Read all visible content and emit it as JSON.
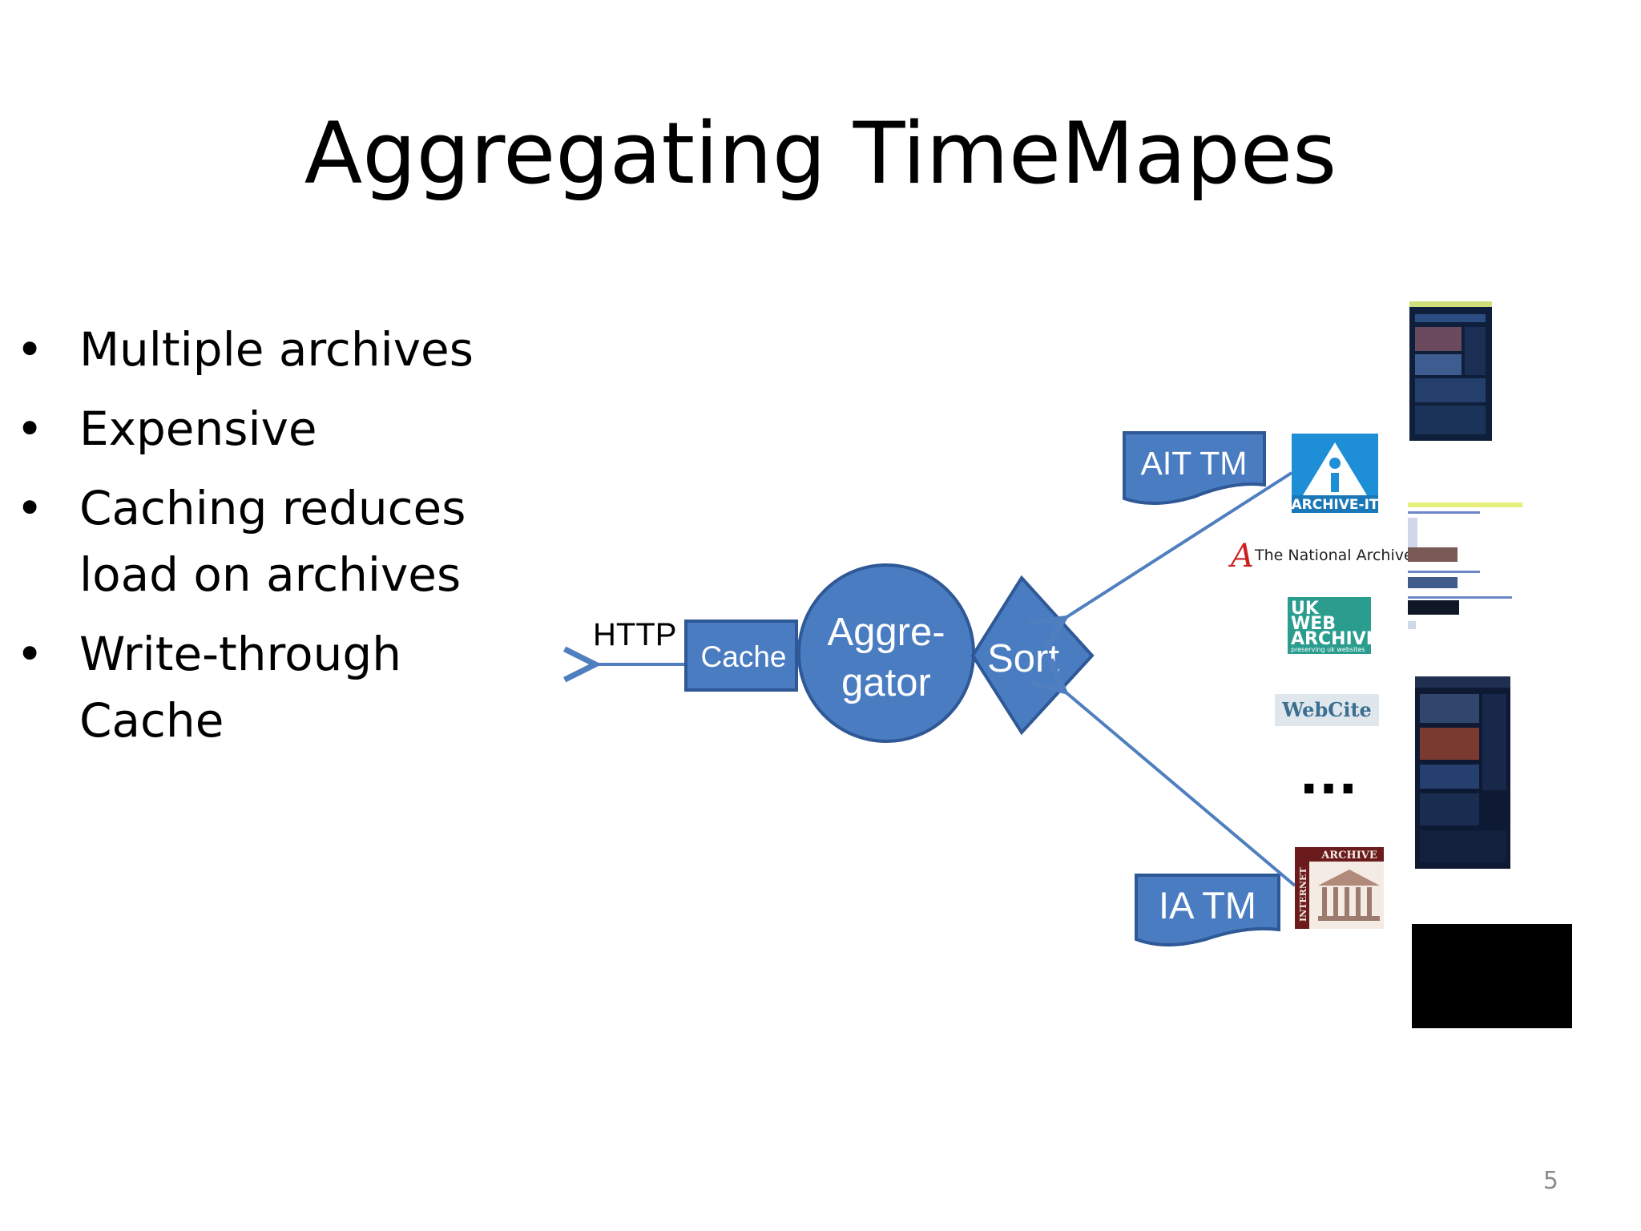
{
  "slide": {
    "title": "Aggregating TimeMapes",
    "page_number": "5"
  },
  "bullets": [
    {
      "line1": "Multiple archives",
      "line2": ""
    },
    {
      "line1": "Expensive",
      "line2": ""
    },
    {
      "line1": "Caching reduces",
      "line2": "load on archives"
    },
    {
      "line1": "Write-through",
      "line2": "Cache"
    }
  ],
  "diagram": {
    "http_label": "HTTP",
    "cache_label": "Cache",
    "aggregator_label_line1": "Aggre-",
    "aggregator_label_line2": "gator",
    "sort_label": "Sort",
    "ait_tm_label": "AIT TM",
    "ia_tm_label": "IA TM",
    "ellipsis": "...",
    "shape_color": "#4a7cc1",
    "shape_border": "#2f5896",
    "arrow_color": "#4f7fbf"
  },
  "archives": {
    "archive_it_logo_text": "ARCHIVE-IT",
    "national_archives_text": "The National Archives",
    "ukwa_line1": "UK",
    "ukwa_line2": "WEB",
    "ukwa_line3": "ARCHIVE",
    "ukwa_tagline": "preserving uk websites",
    "webcite_text": "WebCite",
    "internet_archive_top": "ARCHIVE",
    "internet_archive_side": "INTERNET"
  }
}
